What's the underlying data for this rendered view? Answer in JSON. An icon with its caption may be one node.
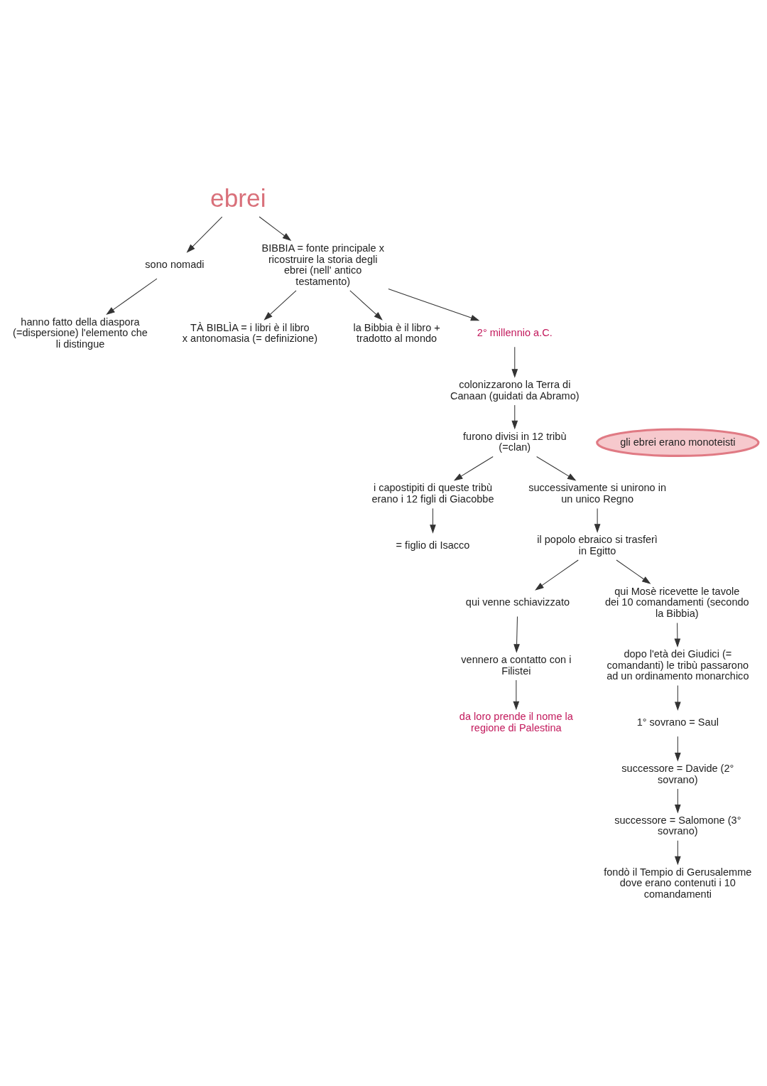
{
  "diagram": {
    "nodes": [
      {
        "text": [
          "ebrei"
        ]
      },
      {
        "text": [
          "sono nomadi"
        ]
      },
      {
        "text": [
          "hanno fatto della diaspora (=dispersione) l'elemento che li distingue"
        ]
      },
      {
        "text": [
          "BIBBIA = fonte principale x ricostruire la storia degli ebrei (nell' antico testamento)"
        ]
      },
      {
        "text": [
          "TÀ BIBLÌA = i libri è il libro x antonomasia (= definizione)"
        ]
      },
      {
        "text": [
          "la Bibbia è il libro + tradotto al mondo"
        ]
      },
      {
        "text": [
          "2° millennio a.C."
        ]
      },
      {
        "text": [
          "colonizzarono la Terra di Canaan (guidati da Abramo)"
        ]
      },
      {
        "text": [
          "furono divisi in 12 tribù (=clan)"
        ]
      },
      {
        "text": [
          "gli ebrei erano monoteisti"
        ]
      },
      {
        "text": [
          "i capostipiti di queste tribù erano i 12 figli di Giacobbe"
        ]
      },
      {
        "text": [
          "= figlio di Isacco"
        ]
      },
      {
        "text": [
          "successivamente si unirono in un unico Regno"
        ]
      },
      {
        "text": [
          "il popolo ebraico si trasferì in Egitto"
        ]
      },
      {
        "text": [
          "qui venne schiavizzato"
        ]
      },
      {
        "text": [
          "qui Mosè ricevette le tavole dei 10 comandamenti (secondo la Bibbia)"
        ]
      },
      {
        "text": [
          "vennero a contatto con i Filistei"
        ]
      },
      {
        "text": [
          "da loro prende il nome la regione di Palestina"
        ]
      },
      {
        "text": [
          "dopo l'età dei Giudici (= comandanti) le tribù passarono ad un ordinamento monarchico"
        ]
      },
      {
        "text": [
          "1° sovrano = Saul"
        ]
      },
      {
        "text": [
          "successore = Davide (2° sovrano)"
        ]
      },
      {
        "text": [
          "successore = Salomone (3° sovrano)"
        ]
      },
      {
        "text": [
          "fondò il Tempio di Gerusalemme dove erano contenuti i 10 comandamenti"
        ]
      }
    ],
    "edges": [
      {
        "from": 0,
        "to": 1,
        "arrow": "to"
      },
      {
        "from": 1,
        "to": 2,
        "arrow": "to"
      },
      {
        "from": 0,
        "to": 3,
        "arrow": "to"
      },
      {
        "from": 3,
        "to": 4,
        "arrow": "to"
      },
      {
        "from": 3,
        "to": 5,
        "arrow": "to"
      },
      {
        "from": 3,
        "to": 6,
        "arrow": "to"
      },
      {
        "from": 6,
        "to": 7,
        "arrow": "to"
      },
      {
        "from": 7,
        "to": 8,
        "arrow": "to"
      },
      {
        "from": 8,
        "to": 10,
        "arrow": "to"
      },
      {
        "from": 8,
        "to": 12,
        "arrow": "to"
      },
      {
        "from": 10,
        "to": 11,
        "arrow": "to"
      },
      {
        "from": 12,
        "to": 13,
        "arrow": "to"
      },
      {
        "from": 13,
        "to": 14,
        "arrow": "to"
      },
      {
        "from": 13,
        "to": 15,
        "arrow": "to"
      },
      {
        "from": 14,
        "to": 16,
        "arrow": "to"
      },
      {
        "from": 16,
        "to": 17,
        "arrow": "to"
      },
      {
        "from": 15,
        "to": 18,
        "arrow": "to"
      },
      {
        "from": 18,
        "to": 19,
        "arrow": "to"
      },
      {
        "from": 19,
        "to": 20,
        "arrow": "to"
      },
      {
        "from": 20,
        "to": 21,
        "arrow": "to"
      },
      {
        "from": 21,
        "to": 22,
        "arrow": "to"
      }
    ]
  }
}
